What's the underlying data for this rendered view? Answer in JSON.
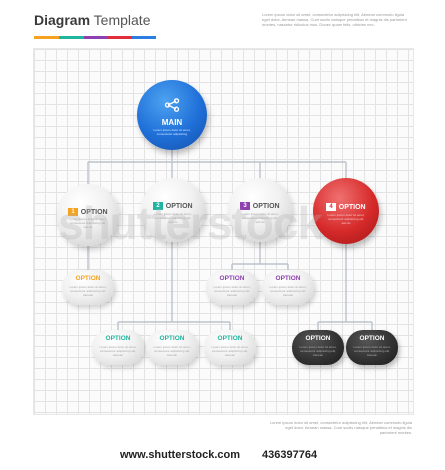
{
  "header": {
    "title_bold": "Diagram",
    "title_light": "Template",
    "accent_colors": [
      "#f6a21e",
      "#1fb59f",
      "#8e3fb0",
      "#e22d3b",
      "#2a7de1"
    ],
    "blurb": "Lorem ipsum dolor sit amet, consectetur adipisicing elit, Aenean commodo ligula eget dolor. Aenean massa. Cum sociis natoque penatibus et magnis dis parturient montes, nascetur ridiculus mus. Donec quam felis, ultricies nec."
  },
  "main_node": {
    "label": "MAIN",
    "icon": "share-icon",
    "text": "Lorem ipsum dolor sit amet, consectetur adipisicing",
    "color": "#1f6fd8"
  },
  "nodes": [
    {
      "num": "1",
      "label": "OPTION",
      "num_color": "#f6a21e",
      "text": "Lorem ipsum dolor sit amet, consectetur adipisicing elit, sed do"
    },
    {
      "num": "2",
      "label": "OPTION",
      "num_color": "#1fb59f",
      "text": "Lorem ipsum dolor sit amet, consectetur adipisicing elit, sed do"
    },
    {
      "num": "3",
      "label": "OPTION",
      "num_color": "#8e3fb0",
      "text": "Lorem ipsum dolor sit amet, consectetur adipisicing elit, sed do"
    },
    {
      "num": "4",
      "label": "OPTION",
      "num_color": "#e22d3b",
      "text": "Lorem ipsum dolor sit amet, consectetur adipisicing elit, sed do"
    }
  ],
  "sub_options": [
    {
      "label": "OPTION",
      "color": "#f6a21e",
      "text": "Lorem ipsum dolor sit amet, consectetur adipisicing elit, Aenean"
    },
    {
      "label": "OPTION",
      "color": "#8e3fb0",
      "text": "Lorem ipsum dolor sit amet, consectetur adipisicing elit, Aenean"
    },
    {
      "label": "OPTION",
      "color": "#8e3fb0",
      "text": "Lorem ipsum dolor sit amet, consectetur adipisicing elit, Aenean"
    },
    {
      "label": "OPTION",
      "color": "#1fb59f",
      "text": "Lorem ipsum dolor sit amet, consectetur adipisicing elit, Aenean"
    },
    {
      "label": "OPTION",
      "color": "#1fb59f",
      "text": "Lorem ipsum dolor sit amet, consectetur adipisicing elit, Aenean"
    },
    {
      "label": "OPTION",
      "color": "#1fb59f",
      "text": "Lorem ipsum dolor sit amet, consectetur adipisicing elit, Aenean"
    },
    {
      "label": "OPTION",
      "color": "#ffffff",
      "text": "Lorem ipsum dolor sit amet, consectetur adipisicing elit, Aenean"
    },
    {
      "label": "OPTION",
      "color": "#ffffff",
      "text": "Lorem ipsum dolor sit amet, consectetur adipisicing elit, Aenean"
    }
  ],
  "footer_blurb": "Lorem ipsum dolor sit amet, consectetur adipisicing elit, Aenean commodo ligula eget dolor. Aenean massa. Cum sociis natoque penatibus et magnis dis parturient montes.",
  "watermark": "shutterstock",
  "footer": {
    "site": "www.shutterstock.com",
    "image_id": "436397764"
  }
}
